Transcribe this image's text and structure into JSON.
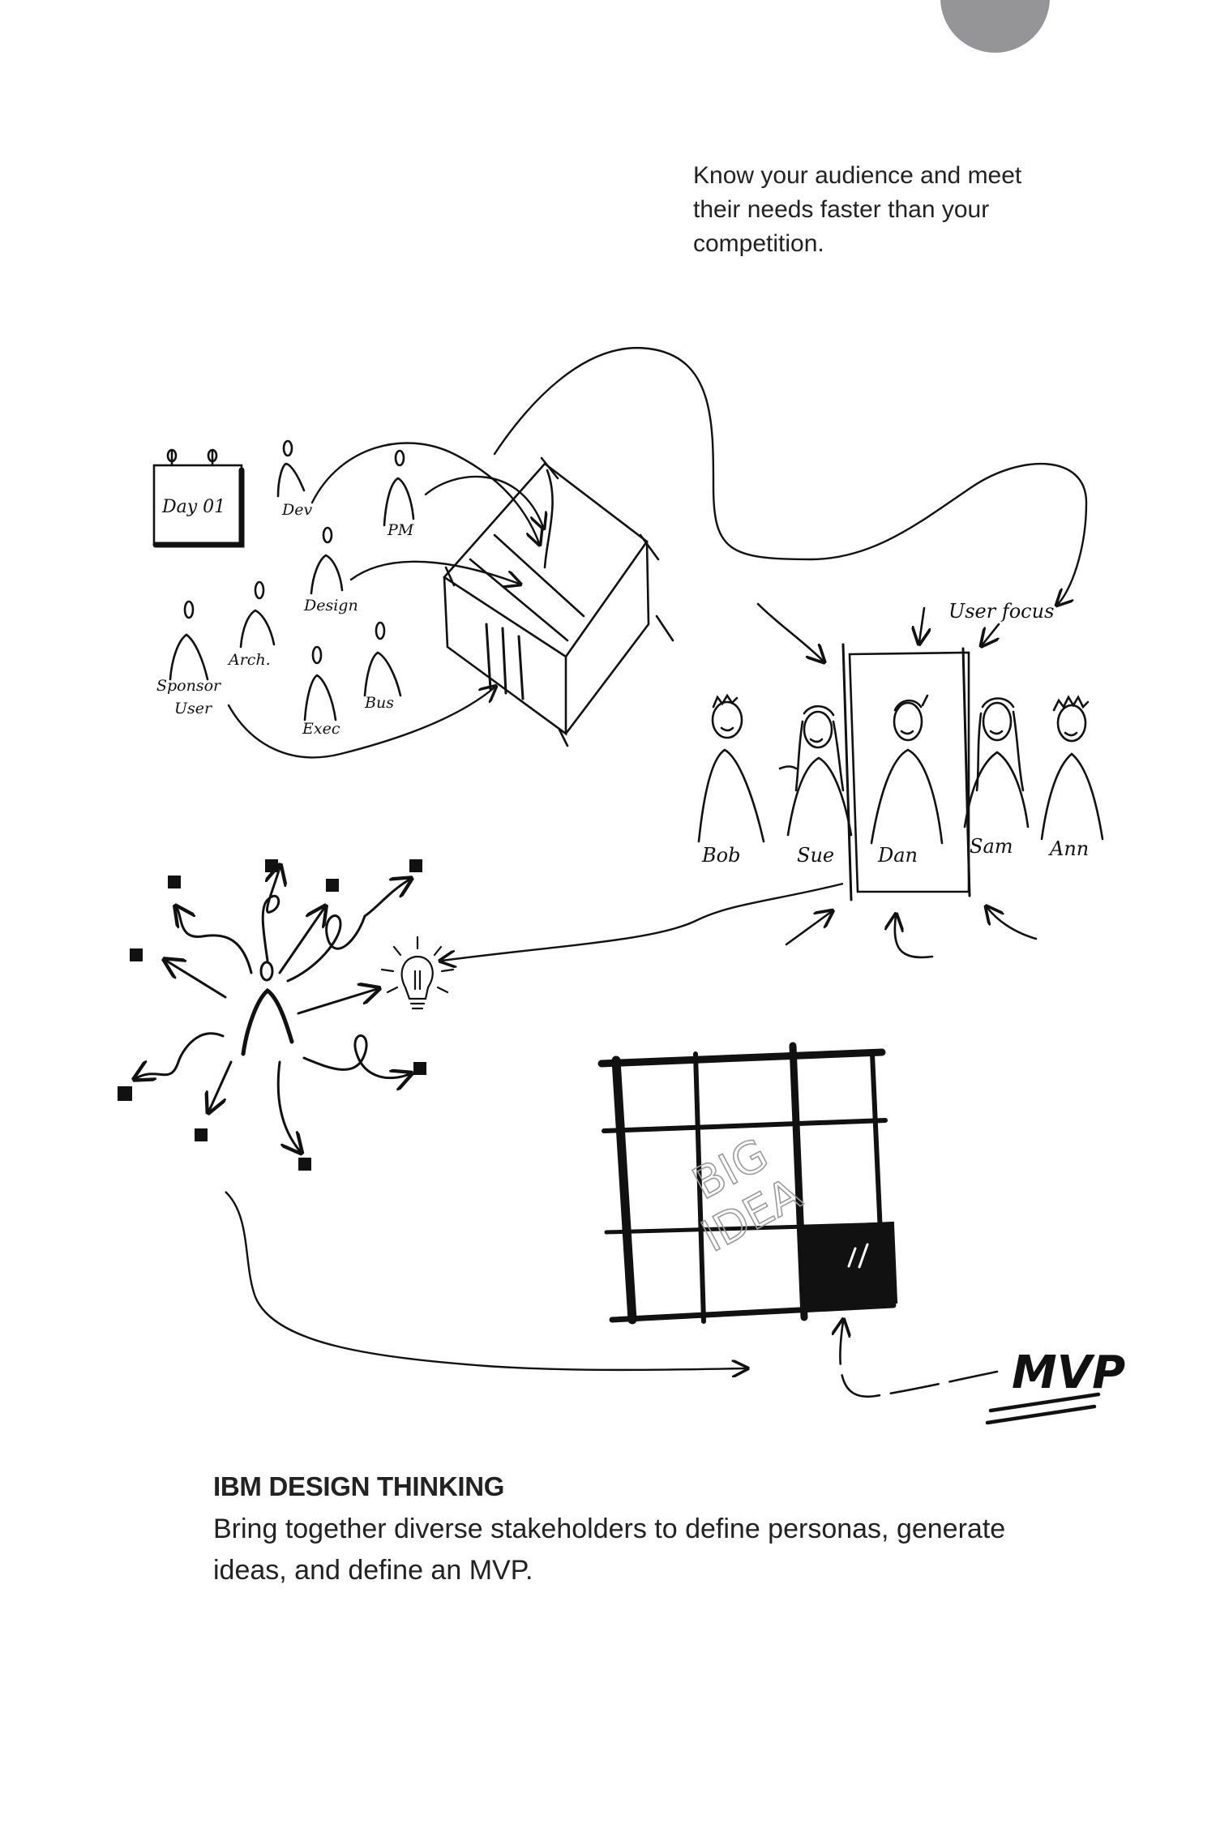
{
  "intro": {
    "lines": [
      "Know your audience and meet",
      "their needs faster than your",
      "competition."
    ]
  },
  "stakeholders": {
    "calendar_label": "Day 01",
    "roles": [
      "Dev",
      "PM",
      "Design",
      "Arch.",
      "Sponsor",
      "User",
      "Exec",
      "Bus"
    ]
  },
  "personas": {
    "callout": "User focus",
    "names": [
      "Bob",
      "Sue",
      "Dan",
      "Sam",
      "Ann"
    ]
  },
  "big_idea": {
    "lines": [
      "BIG",
      "IDEA"
    ]
  },
  "mvp_label": "MVP",
  "caption": {
    "title": "IBM DESIGN THINKING",
    "body_lines": [
      "Bring together diverse stakeholders to define personas, generate",
      "ideas, and define an MVP."
    ]
  },
  "colors": {
    "ink": "#111111",
    "text": "#222222",
    "tab": "#959597",
    "big_idea": "#9a9a9a"
  }
}
